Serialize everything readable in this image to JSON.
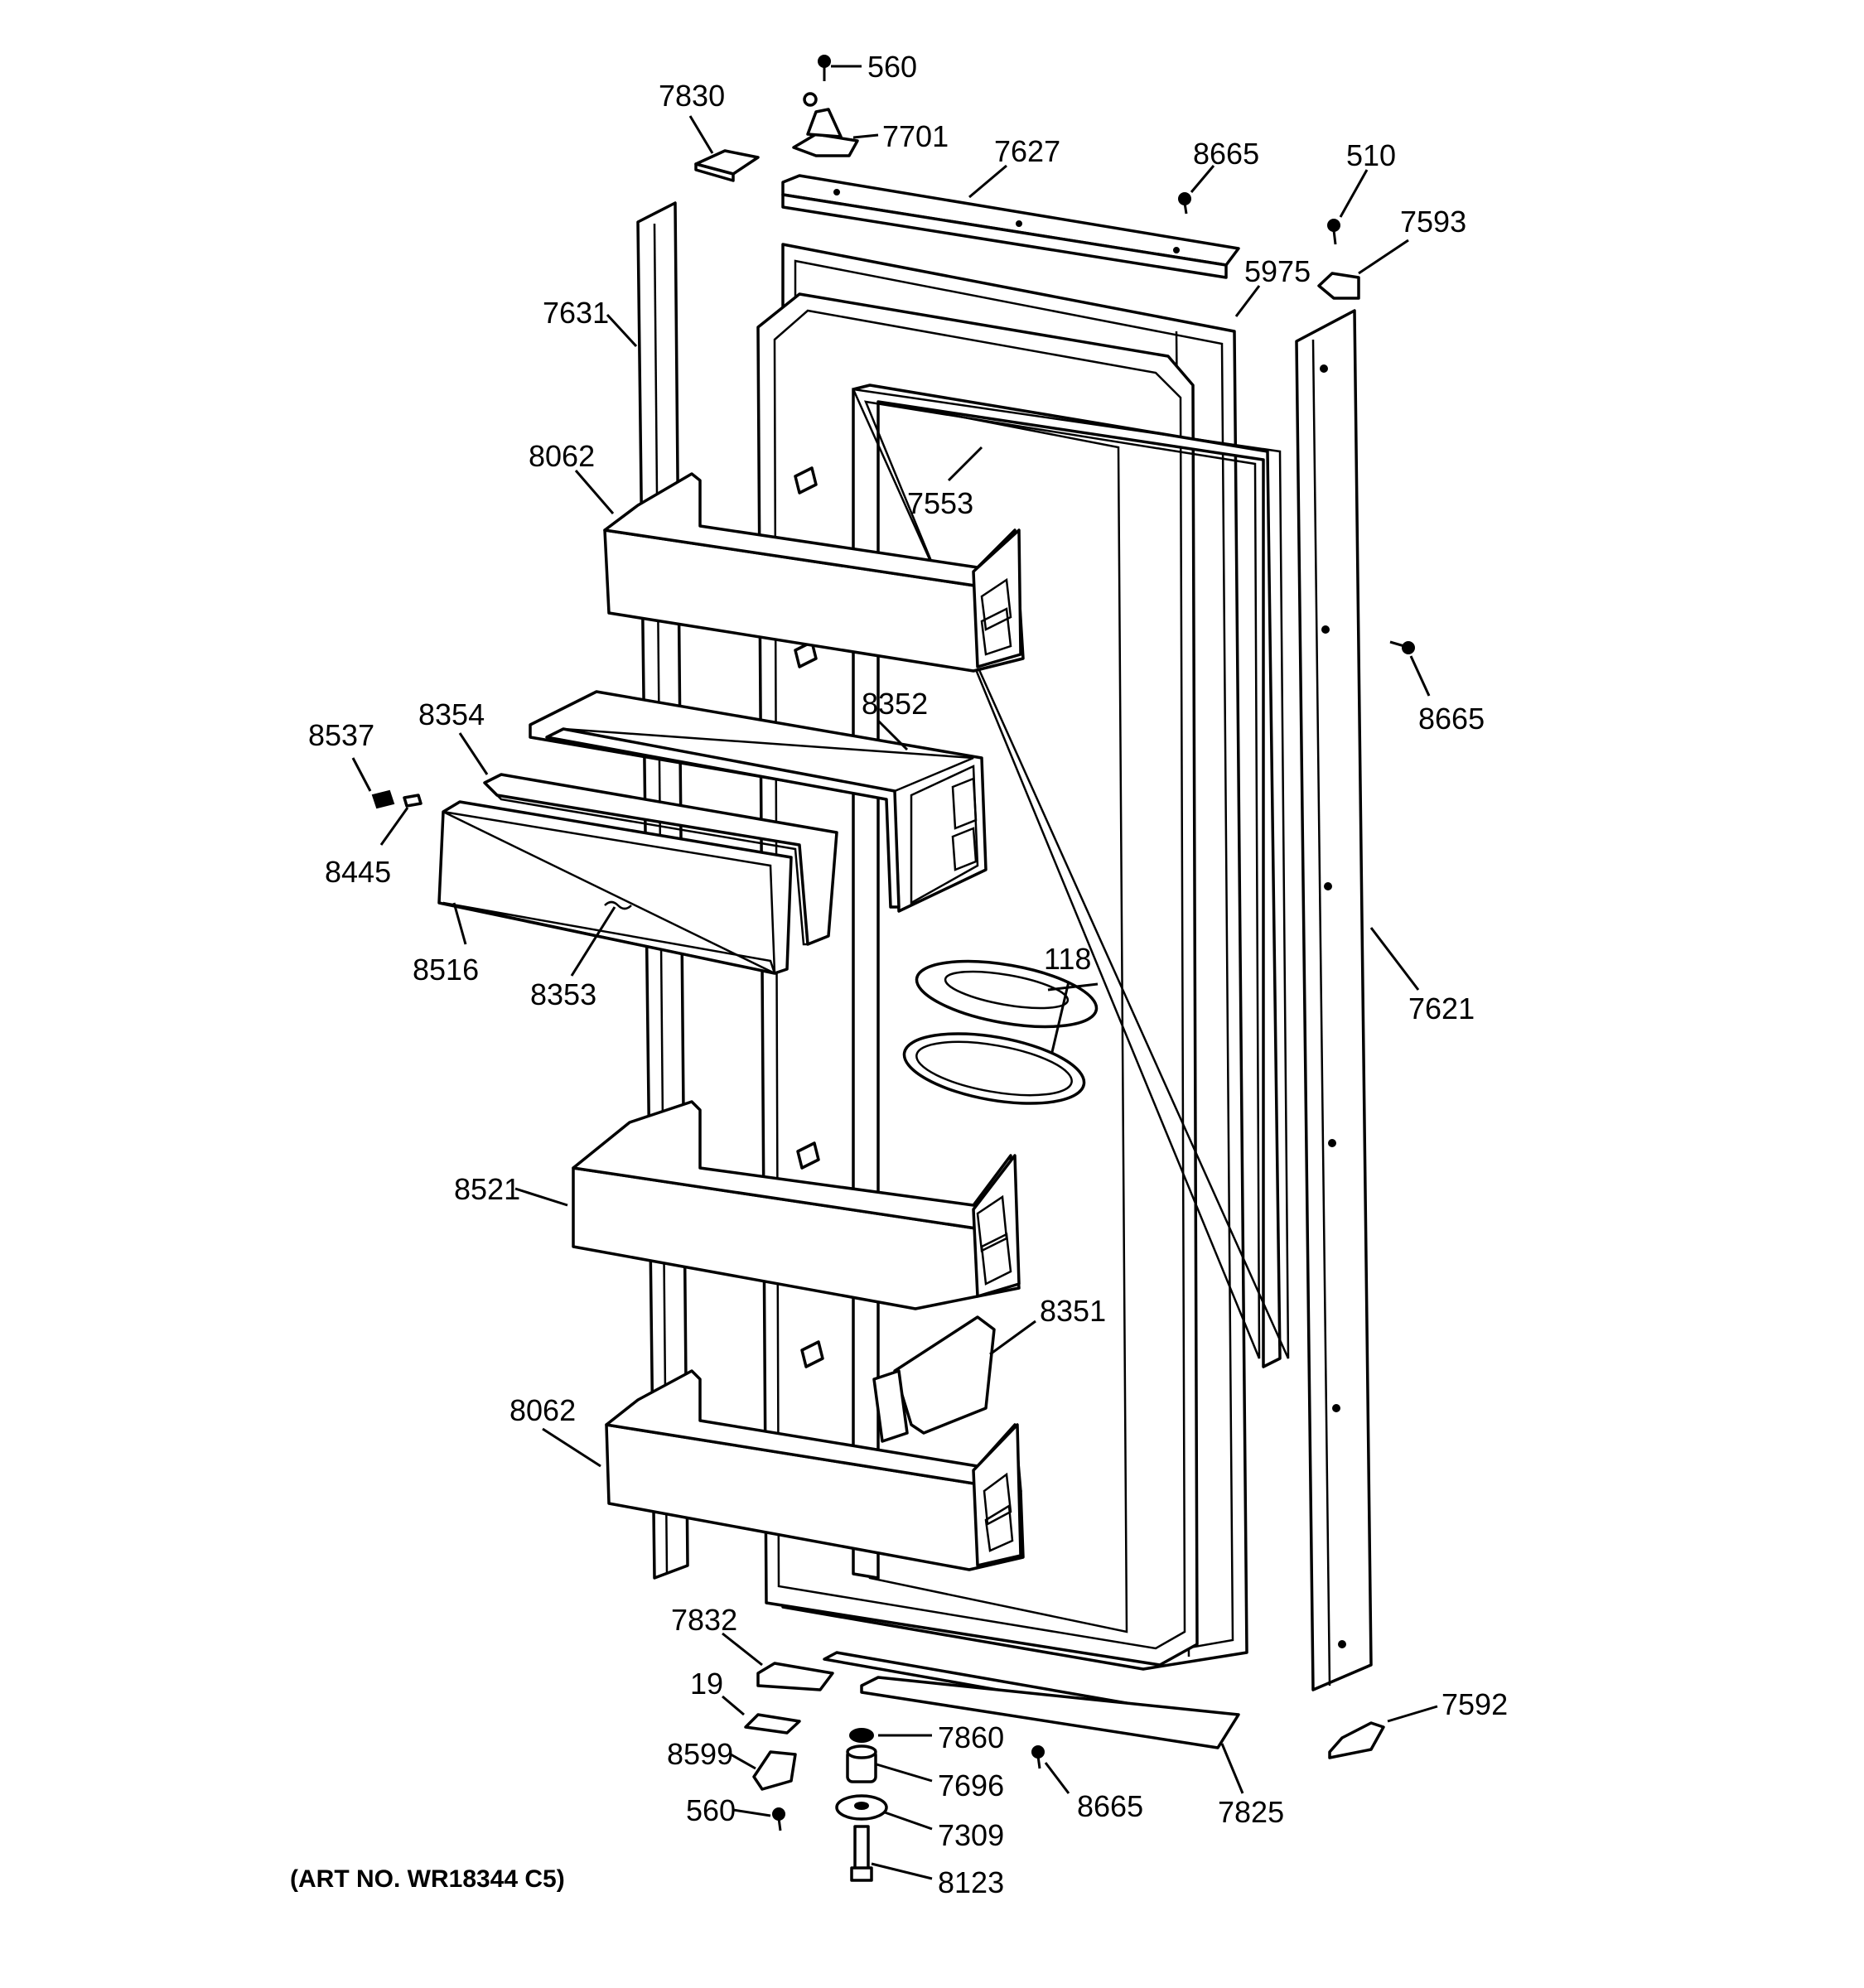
{
  "diagram": {
    "callouts": {
      "c560_top": "560",
      "c7830": "7830",
      "c7701": "7701",
      "c7627": "7627",
      "c8665_top": "8665",
      "c510": "510",
      "c7593": "7593",
      "c5975": "5975",
      "c7631": "7631",
      "c8062_top": "8062",
      "c7553": "7553",
      "c8665_right": "8665",
      "c8537": "8537",
      "c8354": "8354",
      "c8352": "8352",
      "c8445": "8445",
      "c8516": "8516",
      "c8353": "8353",
      "c118": "118",
      "c7621": "7621",
      "c8521": "8521",
      "c8351": "8351",
      "c8062_bottom": "8062",
      "c7832": "7832",
      "c19": "19",
      "c7860": "7860",
      "c7592": "7592",
      "c8599": "8599",
      "c7696": "7696",
      "c8665_bottom": "8665",
      "c7825": "7825",
      "c560_bottom": "560",
      "c7309": "7309",
      "c8123": "8123"
    },
    "art_number": "(ART NO. WR18344 C5)"
  }
}
